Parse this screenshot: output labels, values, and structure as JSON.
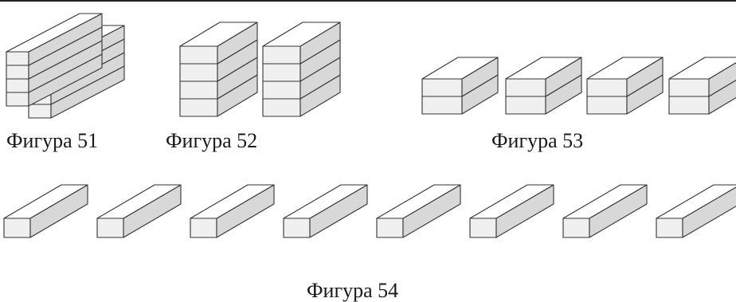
{
  "figures": {
    "fig51": {
      "caption": "Фигура 51",
      "stacks": 1,
      "layers": 4,
      "double_width": true
    },
    "fig52": {
      "caption": "Фигура 52",
      "stacks": 2,
      "layers": 4
    },
    "fig53": {
      "caption": "Фигура 53",
      "stacks": 4,
      "layers": 2
    },
    "fig54": {
      "caption": "Фигура 54",
      "stacks": 8,
      "layers": 1
    }
  },
  "colors": {
    "line": "#333333",
    "top_face": "#ffffff",
    "front_face": "#f0f0f0",
    "side_face": "#d8d8d8"
  }
}
